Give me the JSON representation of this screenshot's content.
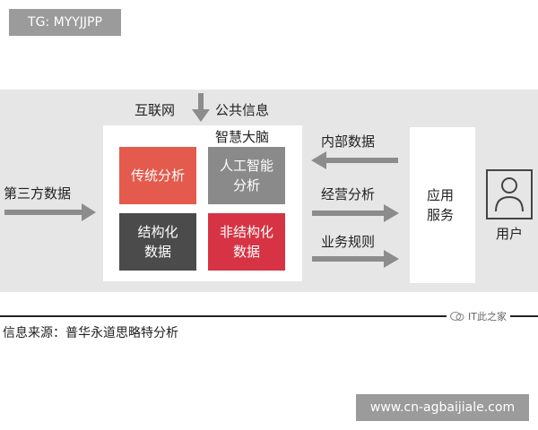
{
  "watermark_top": "TG: MYYJJPP",
  "watermark_bottom": "www.cn-agbaijiale.com",
  "diagram": {
    "top_inputs": [
      "互联网",
      "公共信息"
    ],
    "left_input": "第三方数据",
    "brain_title": "智慧大脑",
    "tiles": [
      {
        "lines": [
          "传统分析"
        ],
        "color": "#e45a4c"
      },
      {
        "lines": [
          "人工智能",
          "分析"
        ],
        "color": "#8a8a8a"
      },
      {
        "lines": [
          "结构化",
          "数据"
        ],
        "color": "#4b4b4b"
      },
      {
        "lines": [
          "非结构化",
          "数据"
        ],
        "color": "#d63444"
      }
    ],
    "flows": [
      {
        "label": "内部数据",
        "direction": "left"
      },
      {
        "label": "经营分析",
        "direction": "right"
      },
      {
        "label": "业务规则",
        "direction": "right"
      }
    ],
    "app_service": [
      "应用",
      "服务"
    ],
    "user_label": "用户",
    "colors": {
      "band": "#e6e6e6",
      "arrow": "#8c8c8c",
      "icon": "#444444"
    }
  },
  "source": "信息来源：普华永道思略特分析",
  "brand_label": "IT此之家",
  "brand_icon": "wechat-icon"
}
